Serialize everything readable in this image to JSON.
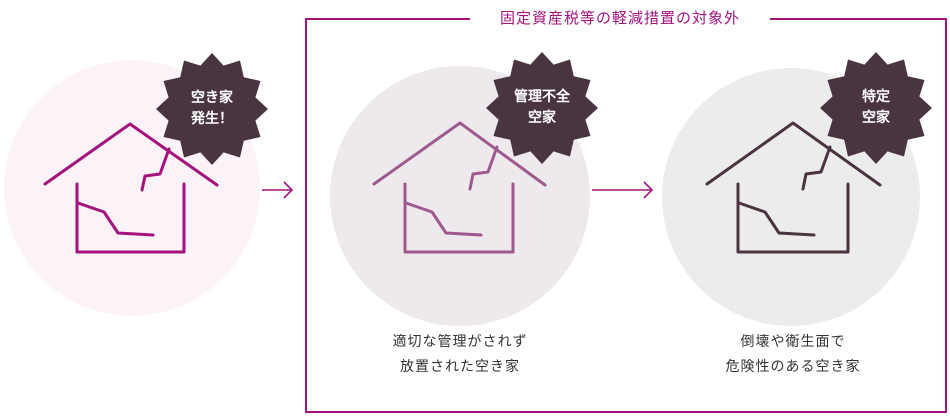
{
  "frame": {
    "title": "固定資産税等の軽減措置の対象外"
  },
  "stages": [
    {
      "badge_line1": "空き家",
      "badge_line2": "発生！",
      "house_color": "#a3127d",
      "circle_color": "#fbf3f8"
    },
    {
      "badge_line1": "管理不全",
      "badge_line2": "空家",
      "caption_line1": "適切な管理がされず",
      "caption_line2": "放置された空き家",
      "house_color": "#9e5a8e",
      "circle_color": "#ede9ec"
    },
    {
      "badge_line1": "特定",
      "badge_line2": "空家",
      "caption_line1": "倒壊や衛生面で",
      "caption_line2": "危険性のある空き家",
      "house_color": "#4a3441",
      "circle_color": "#ececec"
    }
  ],
  "colors": {
    "badge": "#4a3441",
    "arrow": "#a3127d",
    "frame": "#a3127d"
  }
}
